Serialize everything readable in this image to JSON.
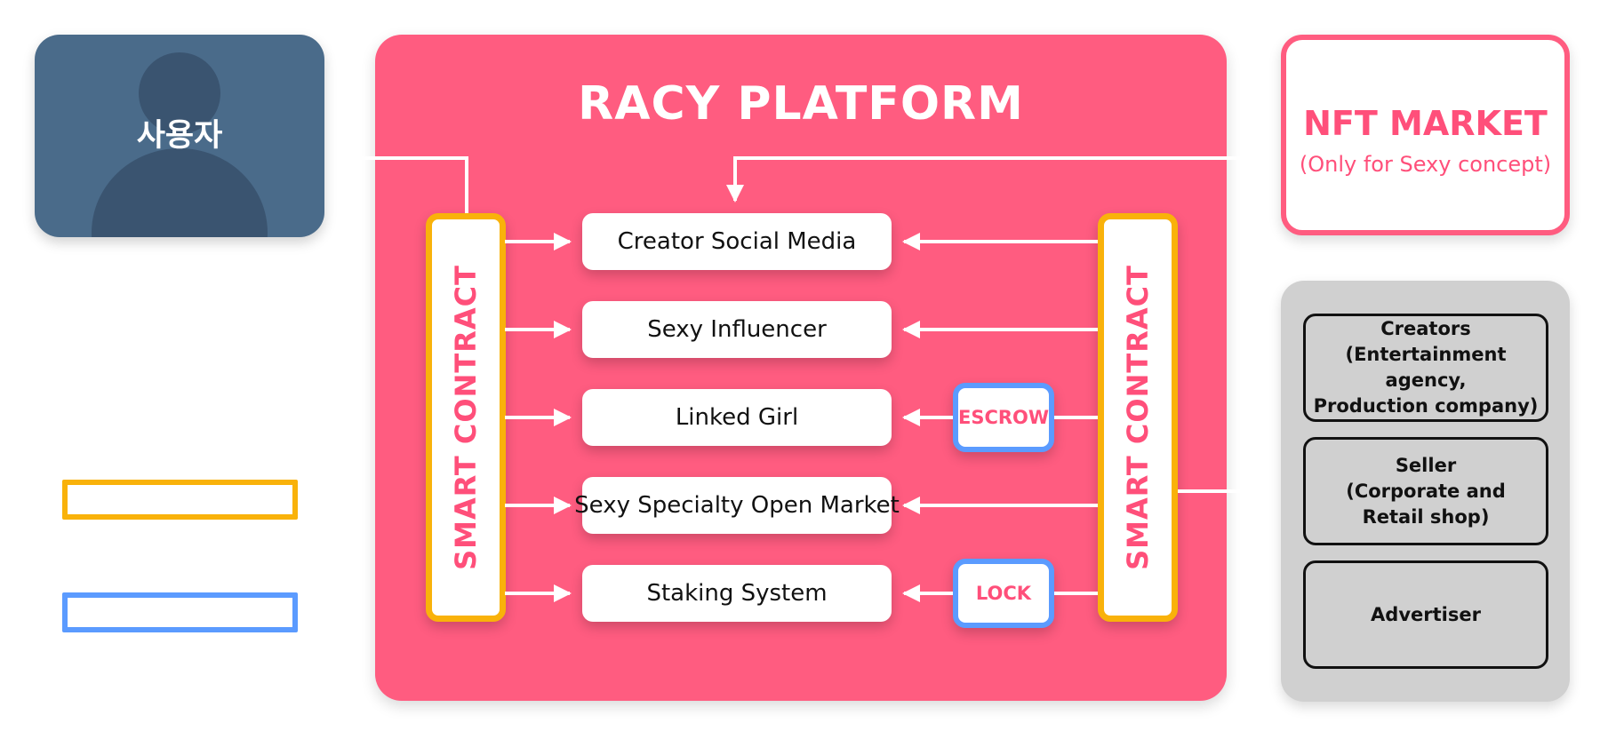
{
  "user": {
    "label": "사용자"
  },
  "platform": {
    "title": "RACY PLATFORM",
    "smart_contract_left": "SMART CONTRACT",
    "smart_contract_right": "SMART CONTRACT",
    "modules": [
      "Creator Social Media",
      "Sexy Influencer",
      "Linked Girl",
      "Sexy Specialty Open Market",
      "Staking System"
    ],
    "escrow_tag": "ESCROW",
    "lock_tag": "LOCK"
  },
  "nft_market": {
    "title": "NFT MARKET",
    "subtitle": "(Only for Sexy concept)"
  },
  "participants": [
    "Creators\n(Entertainment agency,\nProduction company)",
    "Seller\n(Corporate and\nRetail shop)",
    "Advertiser"
  ],
  "legend": {
    "yellow_label": "",
    "blue_label": ""
  },
  "colors": {
    "platform_bg": "#ff5c80",
    "accent_text": "#ff4f7a",
    "smart_contract_border": "#f9b20a",
    "tag_border": "#5b9bff",
    "user_card_bg": "#4a6b8a",
    "participants_bg": "#d0d0d0"
  }
}
